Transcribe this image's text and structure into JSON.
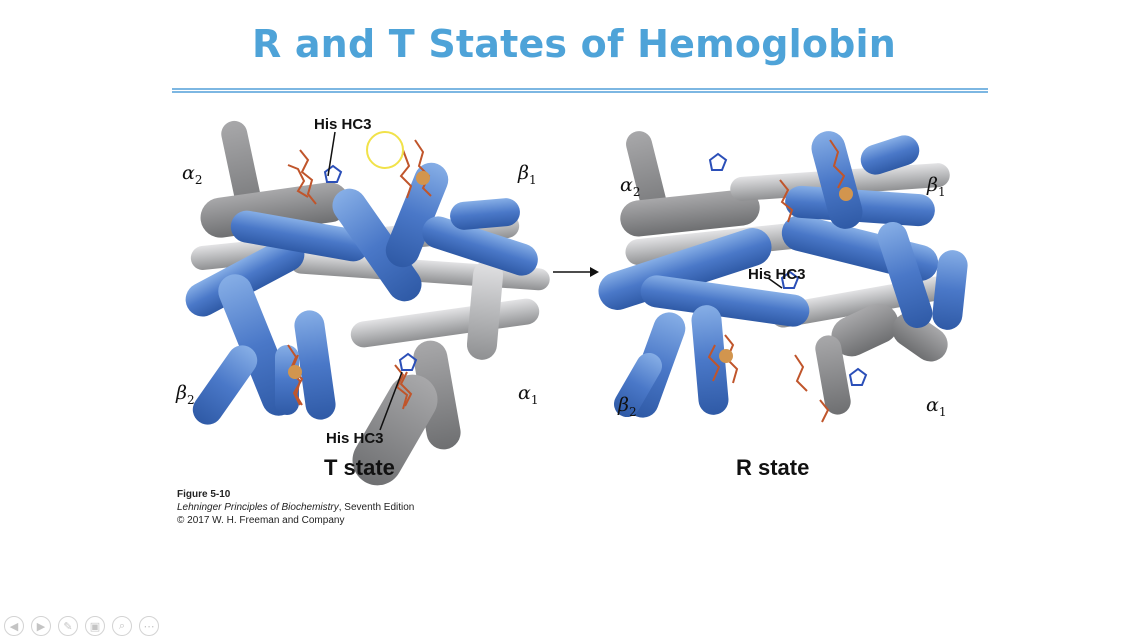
{
  "slide": {
    "title": "R and T States of Hemoglobin"
  },
  "figure": {
    "t_state": {
      "label": "T state",
      "subunits": {
        "alpha2": "α2",
        "beta1": "β1",
        "beta2": "β2",
        "alpha1": "α1"
      },
      "his_top": "His HC3",
      "his_bottom": "His HC3"
    },
    "r_state": {
      "label": "R state",
      "subunits": {
        "alpha2": "α2",
        "beta1": "β1",
        "beta2": "β2",
        "alpha1": "α1"
      },
      "his": "His HC3"
    },
    "caption": {
      "figure_number": "Figure 5-10",
      "book": "Lehninger Principles of Biochemistry",
      "edition": ", Seventh Edition",
      "copyright": "© 2017 W. H. Freeman and Company"
    }
  },
  "colors": {
    "title": "#4ea3d8",
    "blue_helix": "#4a78c8",
    "gray_helix": "#b9babc",
    "heme": "#c0552b"
  },
  "nav": {
    "prev_icon": "◀",
    "next_icon": "▶",
    "pen_icon": "✎",
    "slides_icon": "▣",
    "zoom_icon": "⌕",
    "more_icon": "⋯"
  }
}
